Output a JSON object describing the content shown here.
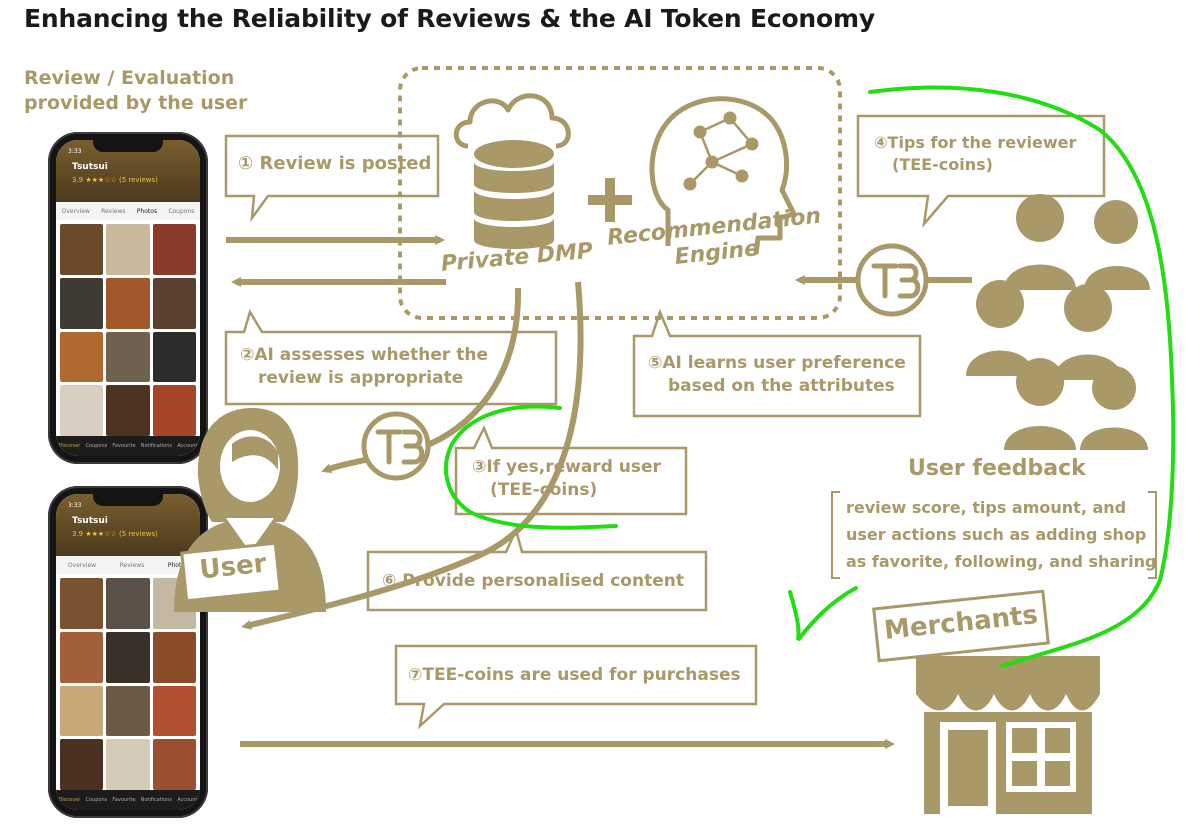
{
  "title": "Enhancing the Reliability of Reviews & the AI Token Economy",
  "colors": {
    "gold": "#a99868",
    "green": "#22dd11",
    "dark": "#1a1a1a"
  },
  "review_label": {
    "line1": "Review / Evaluation",
    "line2": "provided by the user"
  },
  "steps": {
    "s1": "① Review is posted",
    "s2_line1": "②AI assesses whether the",
    "s2_line2": "review is appropriate",
    "s3_line1": "③If yes,reward user",
    "s3_line2": "(TEE-coins)",
    "s4_line1": "④Tips for the reviewer",
    "s4_line2": "(TEE-coins)",
    "s5_line1": "⑤AI learns user preference",
    "s5_line2": "based on the attributes",
    "s6": "⑥ Provide personalised content",
    "s7": "⑦TEE-coins are used for purchases"
  },
  "private_dmp": "Private DMP",
  "recommendation_engine": {
    "line1": "Recommendation",
    "line2": "Engine"
  },
  "user_label": "User",
  "merchants_label": "Merchants",
  "user_feedback": {
    "title": "User feedback",
    "line1": "review score, tips amount, and",
    "line2": "user actions such as adding shop",
    "line3": "as favorite, following, and sharing"
  },
  "phone_screen": {
    "time": "3:33",
    "shop_name": "Tsutsui",
    "rating_text": "3.9 ★★★☆☆ (5 reviews)",
    "tabs": [
      "Overview",
      "Reviews",
      "Photos",
      "Coupons"
    ],
    "nav": [
      "Discover",
      "Coupons",
      "Favourite",
      "Notifications",
      "Account"
    ]
  },
  "icons": {
    "cloud": "cloud-icon",
    "database": "database-icon",
    "brain": "brain-head-icon",
    "coin": "tee-coin-icon",
    "users": "user-group-icon",
    "user": "user-person-icon",
    "shop": "shop-storefront-icon"
  }
}
